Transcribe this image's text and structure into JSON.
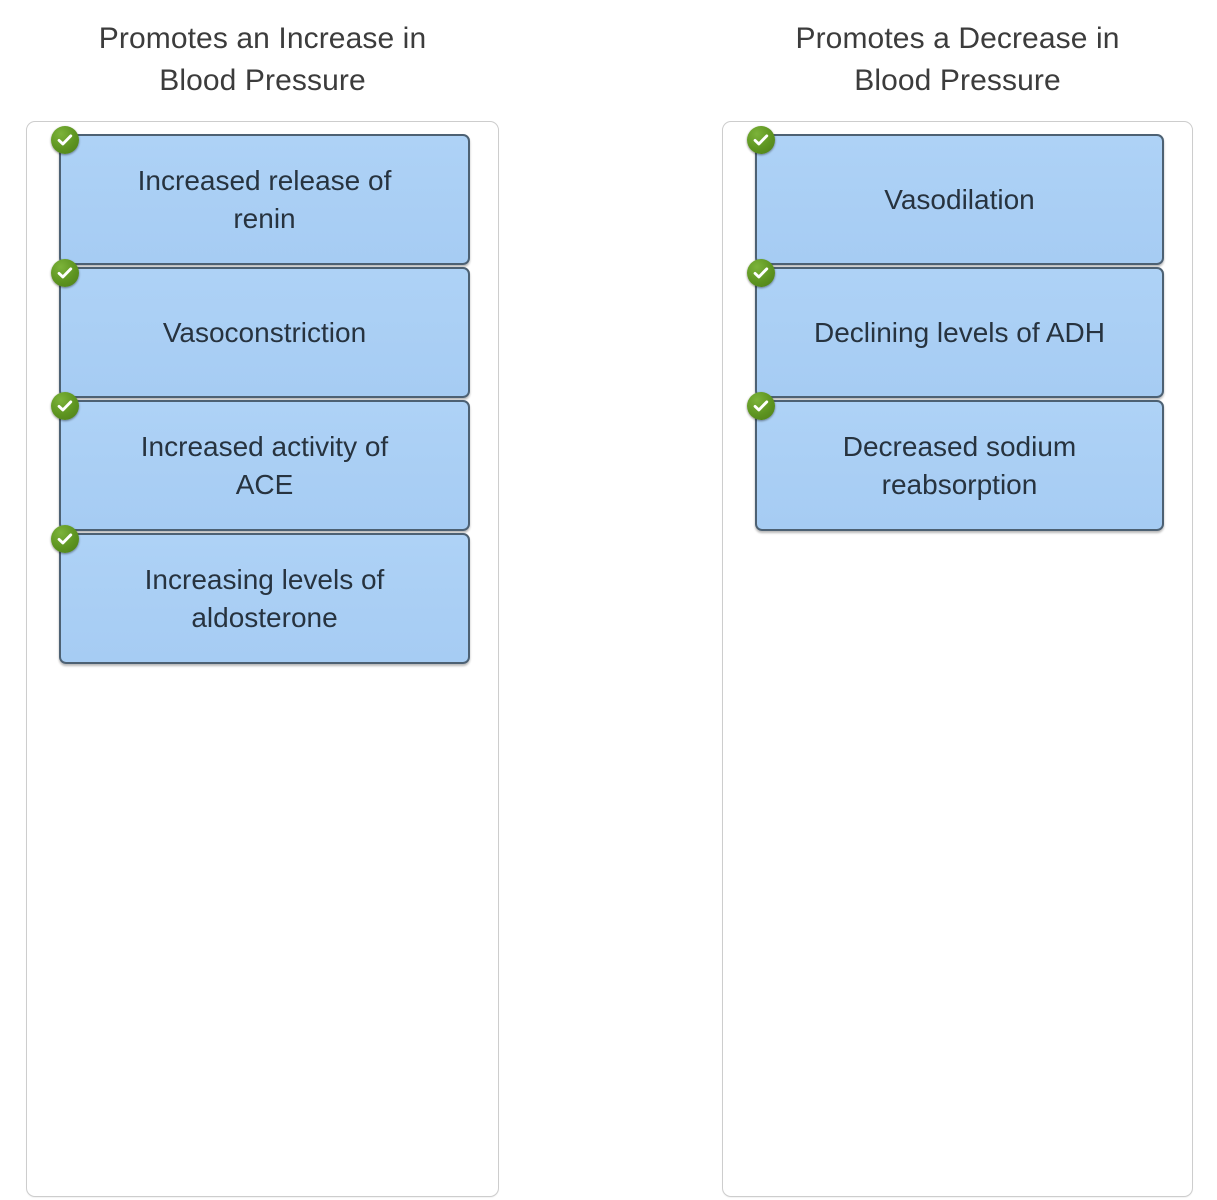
{
  "page": {
    "background_color": "#ffffff",
    "tile_fill_color": "#aad0f5",
    "tile_border_color": "#4d6173",
    "badge_color": "#5d9420",
    "title_color": "#3c3c3c",
    "tile_text_color": "#27333f",
    "panel_border_color": "#cdcdcd"
  },
  "columns": [
    {
      "title": "Promotes an Increase in\nBlood Pressure",
      "tiles": [
        {
          "label": "Increased release of\nrenin",
          "badge": "check-icon",
          "checked": true
        },
        {
          "label": "Vasoconstriction",
          "badge": "check-icon",
          "checked": true
        },
        {
          "label": "Increased activity of\nACE",
          "badge": "check-icon",
          "checked": true
        },
        {
          "label": "Increasing levels of\naldosterone",
          "badge": "check-icon",
          "checked": true
        }
      ]
    },
    {
      "title": "Promotes a Decrease in\nBlood Pressure",
      "tiles": [
        {
          "label": "Vasodilation",
          "badge": "check-icon",
          "checked": true
        },
        {
          "label": "Declining levels of ADH",
          "badge": "check-icon",
          "checked": true
        },
        {
          "label": "Decreased sodium\nreabsorption",
          "badge": "check-icon",
          "checked": true
        }
      ]
    }
  ]
}
